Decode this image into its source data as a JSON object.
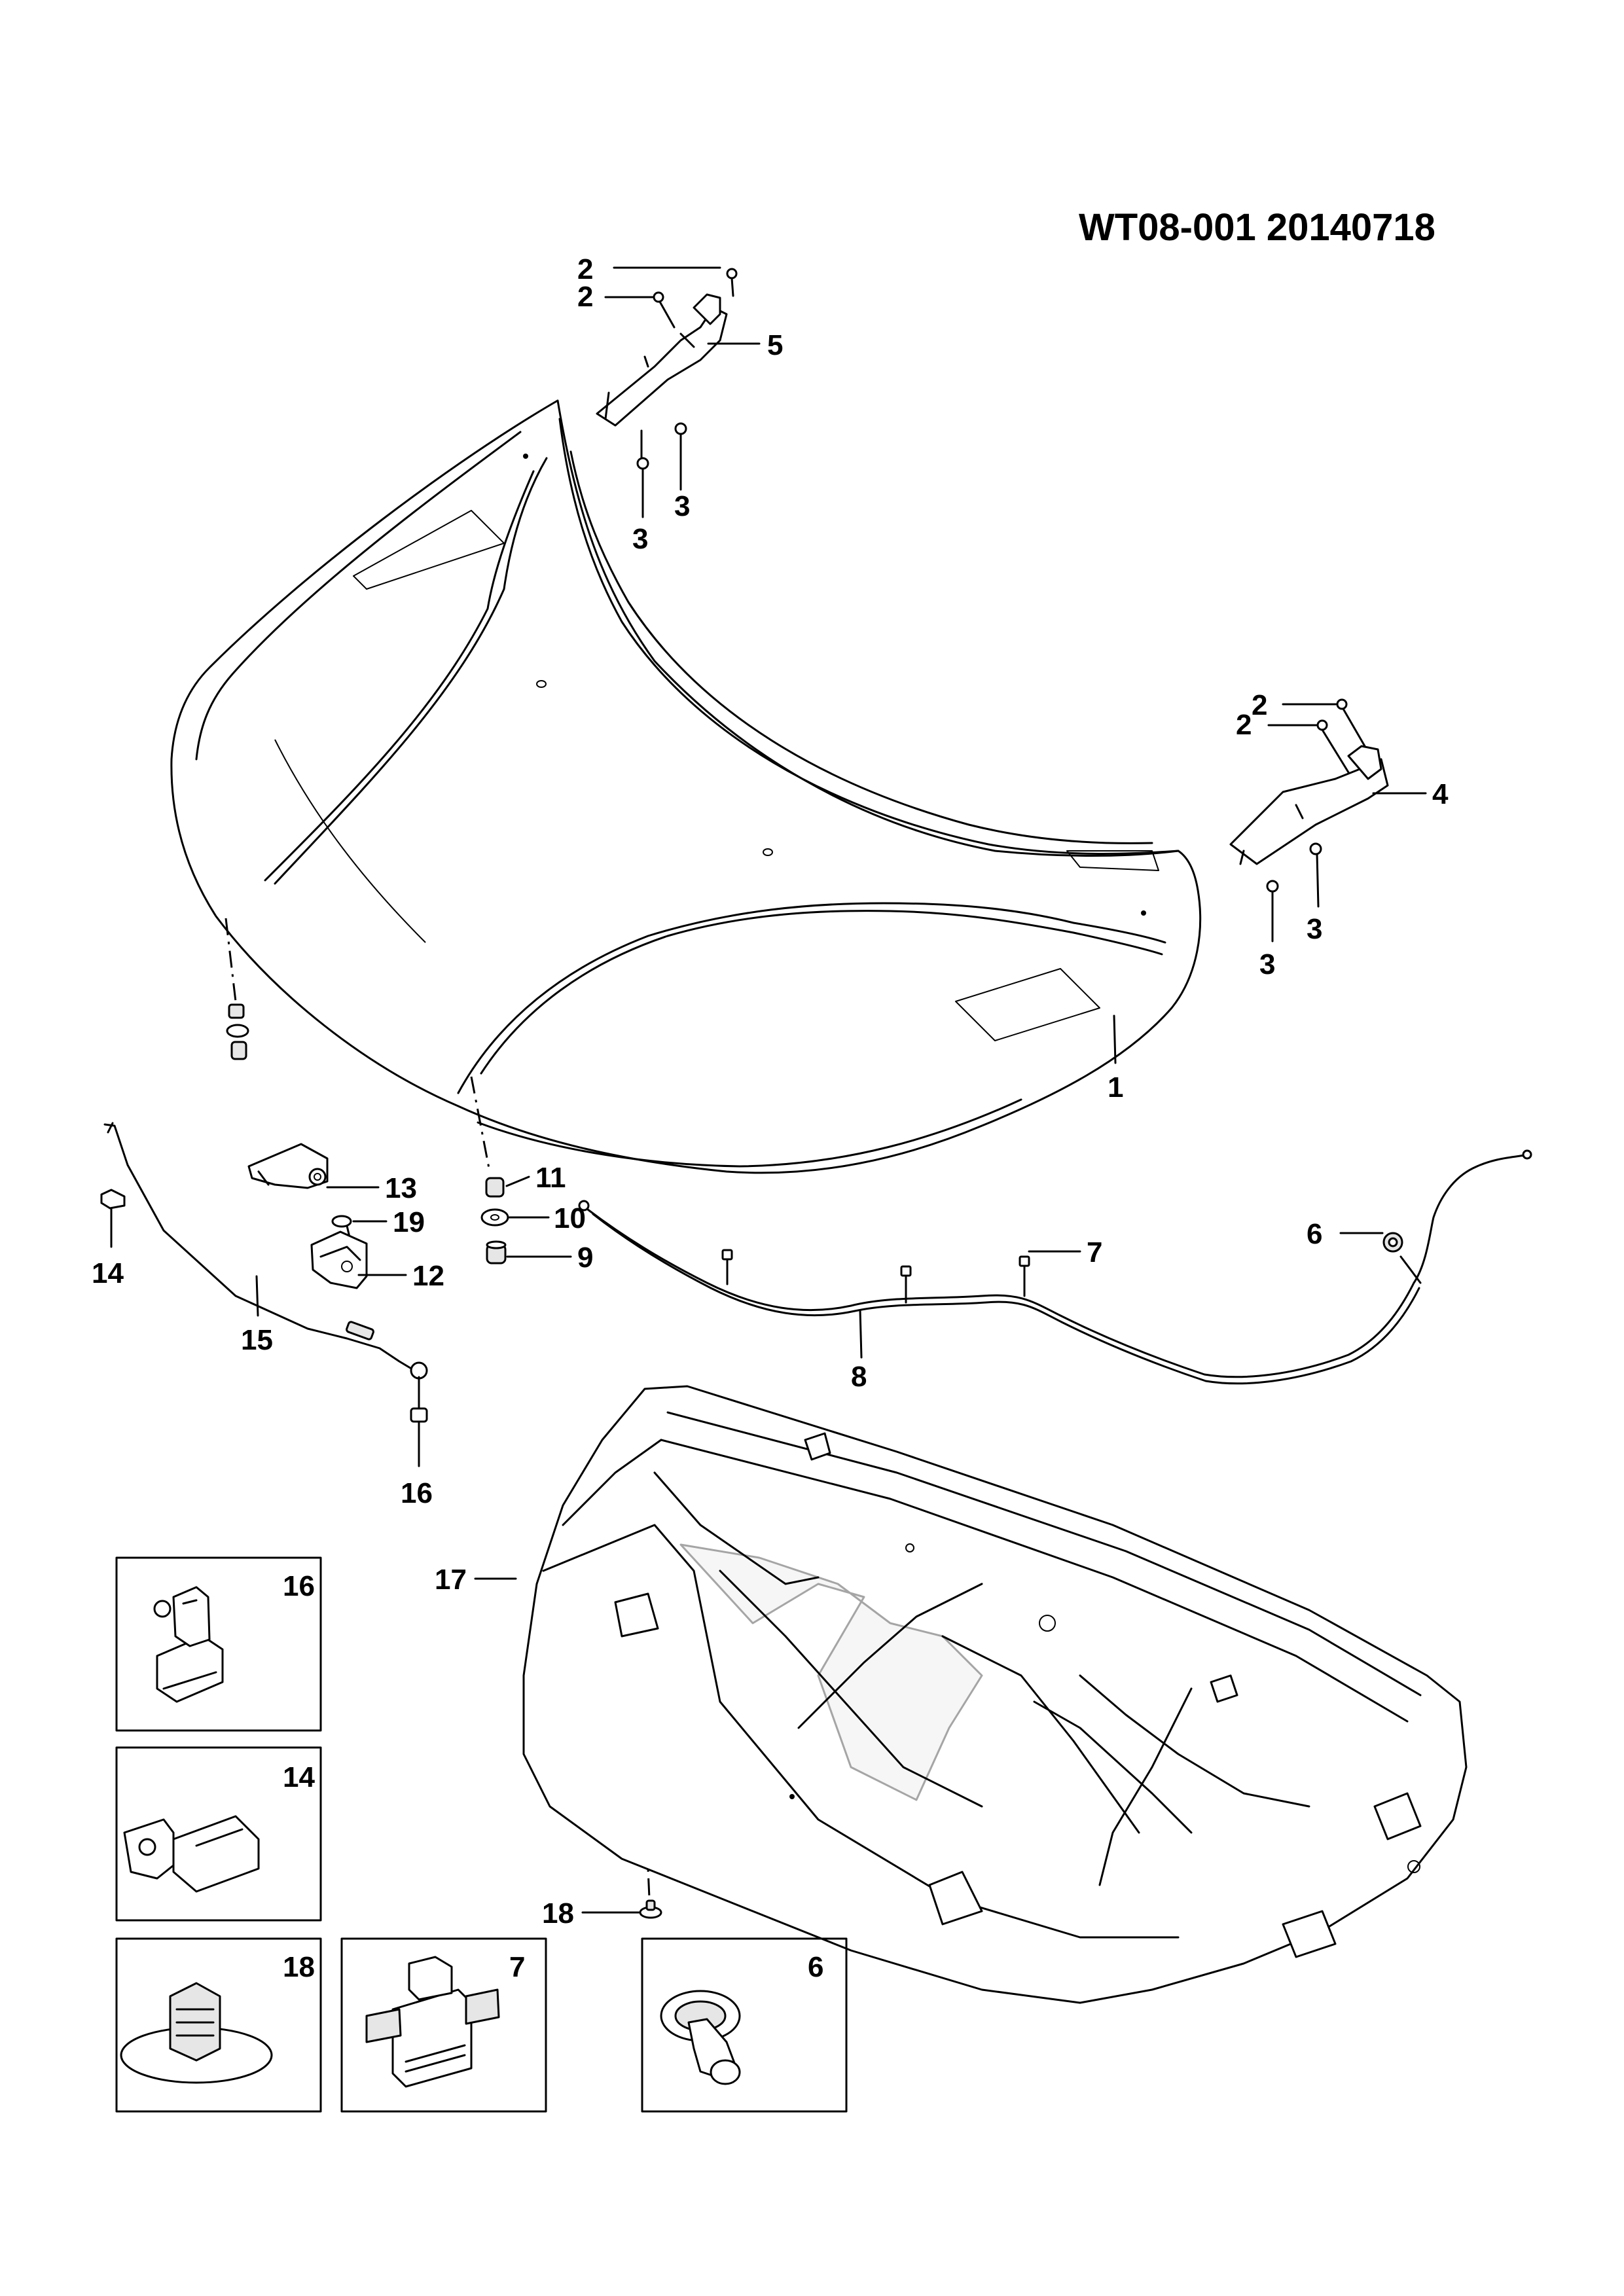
{
  "drawing_code": "WT08-001 20140718",
  "callouts": {
    "c1": "1",
    "c2a": "2",
    "c2b": "2",
    "c2c": "2",
    "c2d": "2",
    "c3a": "3",
    "c3b": "3",
    "c3c": "3",
    "c3d": "3",
    "c4": "4",
    "c5": "5",
    "c6": "6",
    "c7": "7",
    "c8": "8",
    "c9": "9",
    "c10": "10",
    "c11": "11",
    "c12": "12",
    "c13": "13",
    "c14": "14",
    "c15": "15",
    "c16": "16",
    "c17": "17",
    "c18": "18",
    "c19": "19"
  },
  "detail_boxes": {
    "b16": "16",
    "b14": "14",
    "b18": "18",
    "b7": "7",
    "b6": "6"
  }
}
